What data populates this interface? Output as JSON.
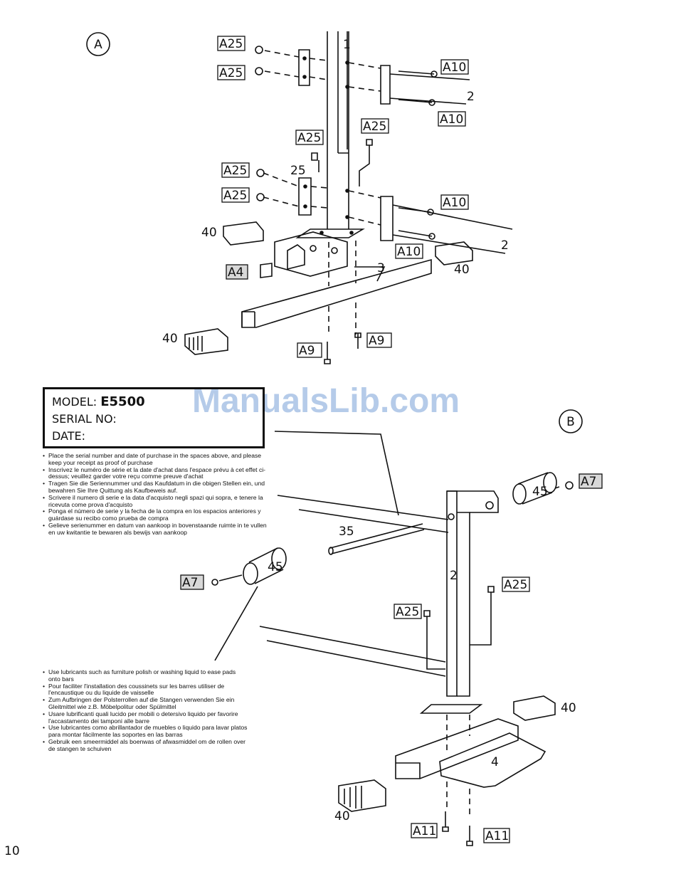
{
  "section_a": {
    "letter": "A"
  },
  "section_b": {
    "letter": "B"
  },
  "labels_a": {
    "a25_1": "A25",
    "a25_2": "A25",
    "a25_3": "A25",
    "a25_4": "A25",
    "a25_5": "A25",
    "a25_6": "A25",
    "a10_1": "A10",
    "a10_2": "A10",
    "a10_3": "A10",
    "a10_4": "A10",
    "a4": "A4",
    "a9_1": "A9",
    "a9_2": "A9",
    "n1": "1",
    "n2a": "2",
    "n2b": "2",
    "n3": "3",
    "n25": "25",
    "n40a": "40",
    "n40b": "40",
    "n40c": "40"
  },
  "labels_b": {
    "a7_1": "A7",
    "a7_2": "A7",
    "a25_1": "A25",
    "a25_2": "A25",
    "a11_1": "A11",
    "a11_2": "A11",
    "n45a": "45",
    "n45b": "45",
    "n35": "35",
    "n2": "2",
    "n4": "4",
    "n40a": "40",
    "n40b": "40"
  },
  "model_box": {
    "model_label": "MODEL:",
    "model_value": "E5500",
    "serial_label": "SERIAL NO:",
    "date_label": "DATE:"
  },
  "serial_notes": [
    "Place the serial number and date of purchase in the spaces above, and please keep your receipt as proof of purchase",
    "Inscrivez le numéro de série et la date d'achat dans l'espace prévu à cet effet ci-dessus; veuillez garder votre reçu comme preuve d'achat",
    "Tragen Sie die Seriennummer und das Kaufdatum in die obigen Stellen ein, und bewahren Sie Ihre Quittung als Kaufbeweis auf.",
    "Scrivere il numero di serie e la data d'acquisto negli spazi qui sopra, e tenere la ricevuta come prova d'acquisto",
    "Ponga el número de serie y la fecha de la compra en los espacios anteriores y guárdase su recibo como prueba de compra",
    "Gelieve serienummer en datum van aankoop in bovenstaande ruimte in te vullen en uw kwitantie te bewaren als bewijs van aankoop"
  ],
  "lubricant_notes": [
    "Use lubricants such as furniture polish or washing liquid to ease pads onto bars",
    "Pour faciliter l'installation des coussinets sur les barres utiliser de l'encaustique ou du liquide de vaisselle",
    "Zum Aufbringen der Polsterrollen auf die Stangen verwenden Sie ein Gleitmittel wie z.B. Möbelpolitur oder Spülmittel",
    "Usare lubrificanti quali lucido per mobili o detersivo liquido per favorire l'accastamento dei tamponi alle barre",
    "Use lubricantes como abrillantador de muebles o liquido para lavar platos para montar fácilmente las soportes en las barras",
    "Gebruik een smeermiddel als boenwas of afwasmiddel om de rollen over de stangen te schuiven"
  ],
  "watermark": "ManualsLib.com",
  "page_number": "10"
}
